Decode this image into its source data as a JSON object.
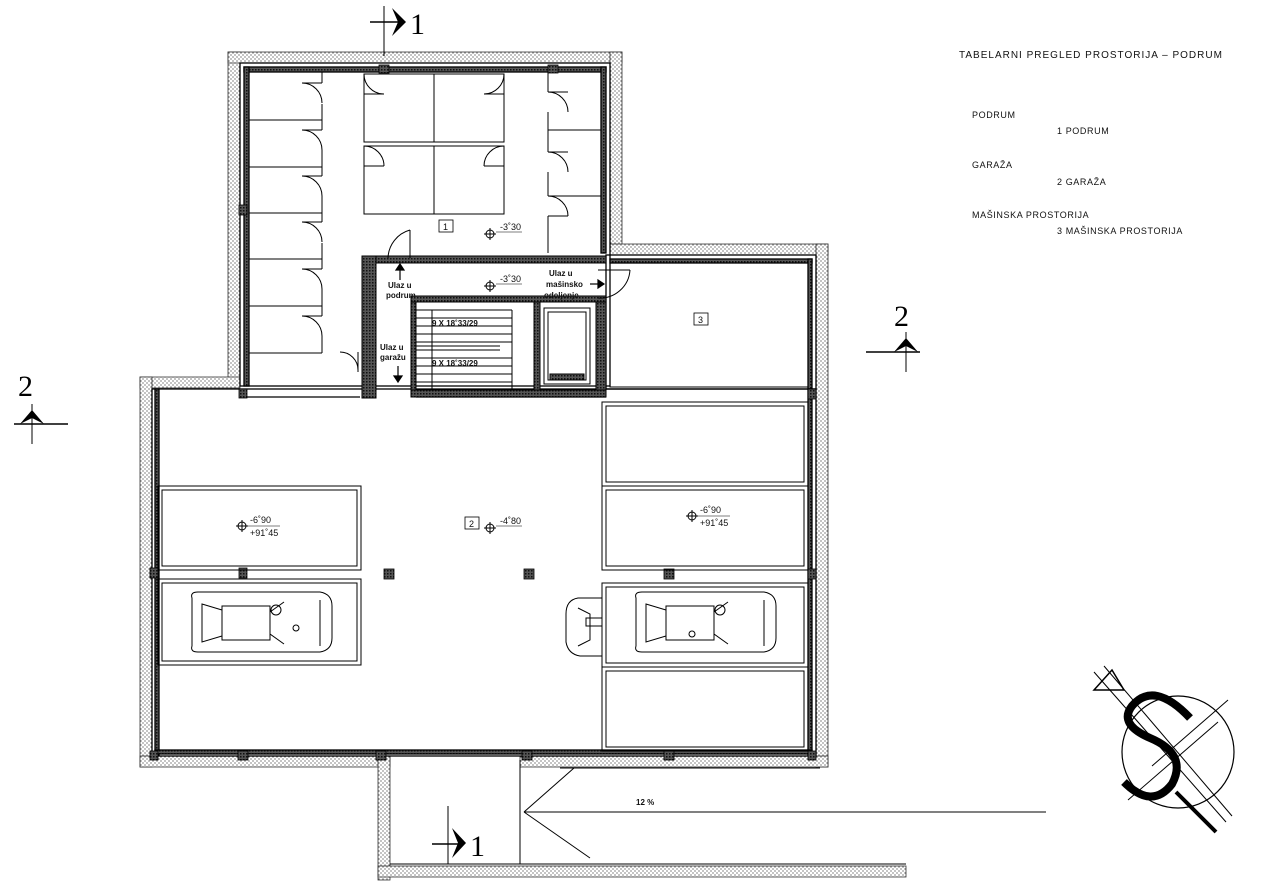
{
  "legend": {
    "title": "TABELARNI PREGLED PROSTORIJA – PODRUM",
    "groups": [
      {
        "category": "PODRUM",
        "item": "1  PODRUM"
      },
      {
        "category": "GARAŽA",
        "item": "2  GARAŽA"
      },
      {
        "category": "MAŠINSKA PROSTORIJA",
        "item": "3  MAŠINSKA PROSTORIJA"
      }
    ]
  },
  "sections": {
    "section_1": "1",
    "section_2": "2"
  },
  "rooms": {
    "room_1": "1",
    "room_2": "2",
    "room_3": "3"
  },
  "elevations": {
    "podrum_a": "-3˚30",
    "podrum_b": "-3˚30",
    "garage_center": "-4˚80",
    "parking_top": "-6˚90",
    "parking_bottom": "+91˚45"
  },
  "labels": {
    "ulaz_podrum_1": "Ulaz u",
    "ulaz_podrum_2": "podrum",
    "ulaz_garazu_1": "Ulaz u",
    "ulaz_garazu_2": "garažu",
    "ulaz_masinsko_1": "Ulaz u",
    "ulaz_masinsko_2": "mašinsko",
    "ulaz_masinsko_3": "odeljenje",
    "stair_1": "9 X 18˚33/29",
    "stair_2": "9 X 18˚33/29",
    "ramp_slope": "12 %"
  }
}
